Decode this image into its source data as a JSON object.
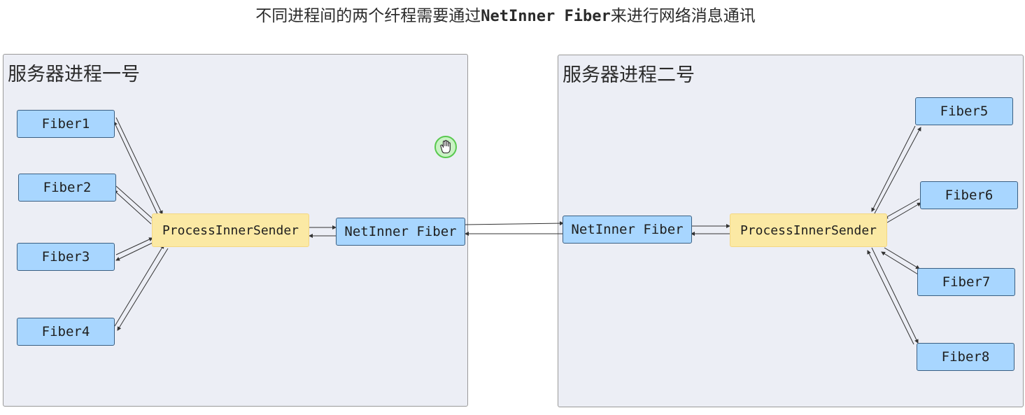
{
  "title": {
    "prefix": "不同进程间的两个纤程需要通过",
    "code": "NetInner Fiber",
    "suffix": "来进行网络消息通讯"
  },
  "groups": [
    {
      "label": "服务器进程一号",
      "fibers": [
        "Fiber1",
        "Fiber2",
        "Fiber3",
        "Fiber4"
      ],
      "sender": "ProcessInnerSender",
      "net": "NetInner Fiber"
    },
    {
      "label": "服务器进程二号",
      "fibers": [
        "Fiber5",
        "Fiber6",
        "Fiber7",
        "Fiber8"
      ],
      "sender": "ProcessInnerSender",
      "net": "NetInner Fiber"
    }
  ],
  "cursor": "hand-cursor-icon"
}
